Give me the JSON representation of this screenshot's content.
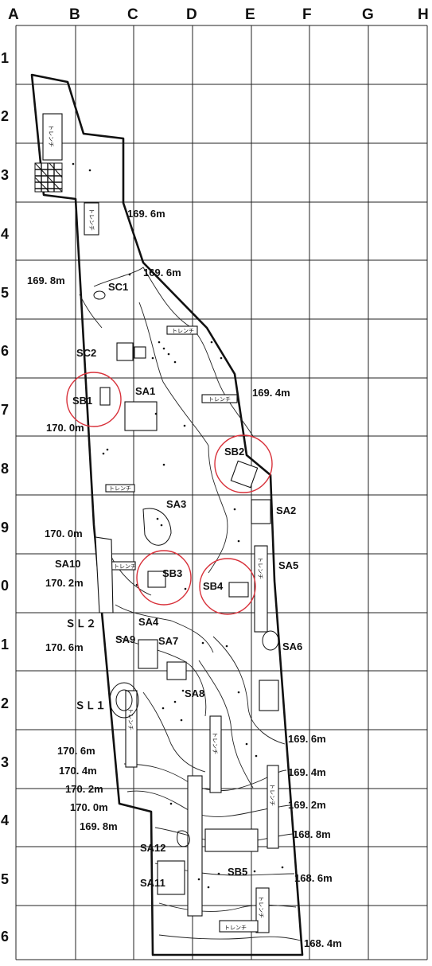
{
  "grid": {
    "columns": [
      "A",
      "B",
      "C",
      "D",
      "E",
      "F",
      "G",
      "H"
    ],
    "rows": [
      "1",
      "2",
      "3",
      "4",
      "5",
      "6",
      "7",
      "8",
      "9",
      "0",
      "1",
      "2",
      "3",
      "4",
      "5",
      "6"
    ]
  },
  "features": [
    {
      "id": "sc1",
      "label": "SC1"
    },
    {
      "id": "sc2",
      "label": "SC2"
    },
    {
      "id": "sb1",
      "label": "SB1"
    },
    {
      "id": "sa1",
      "label": "SA1"
    },
    {
      "id": "sb2",
      "label": "SB2"
    },
    {
      "id": "sa2",
      "label": "SA2"
    },
    {
      "id": "sa3",
      "label": "SA3"
    },
    {
      "id": "sa10",
      "label": "SA10"
    },
    {
      "id": "sb3",
      "label": "SB3"
    },
    {
      "id": "sb4",
      "label": "SB4"
    },
    {
      "id": "sa5",
      "label": "SA5"
    },
    {
      "id": "sl2",
      "label": "ＳＬ２"
    },
    {
      "id": "sa4",
      "label": "SA4"
    },
    {
      "id": "sa9",
      "label": "SA9"
    },
    {
      "id": "sa7",
      "label": "SA7"
    },
    {
      "id": "sa6",
      "label": "SA6"
    },
    {
      "id": "sa8",
      "label": "SA8"
    },
    {
      "id": "sl1",
      "label": "ＳＬ１"
    },
    {
      "id": "sa12",
      "label": "SA12"
    },
    {
      "id": "sa11",
      "label": "SA11"
    },
    {
      "id": "sb5",
      "label": "SB5"
    }
  ],
  "elevations": [
    {
      "id": "e1",
      "label": "169. 6m"
    },
    {
      "id": "e2",
      "label": "169. 6m"
    },
    {
      "id": "e3",
      "label": "169. 8m"
    },
    {
      "id": "e4",
      "label": "169. 4m"
    },
    {
      "id": "e5",
      "label": "170. 0m"
    },
    {
      "id": "e6",
      "label": "170. 0m"
    },
    {
      "id": "e7",
      "label": "170. 2m"
    },
    {
      "id": "e8",
      "label": "170. 6m"
    },
    {
      "id": "e9",
      "label": "169. 6m"
    },
    {
      "id": "e10",
      "label": "170. 6m"
    },
    {
      "id": "e11",
      "label": "169. 4m"
    },
    {
      "id": "e12",
      "label": "170. 4m"
    },
    {
      "id": "e13",
      "label": "170. 2m"
    },
    {
      "id": "e14",
      "label": "169. 2m"
    },
    {
      "id": "e15",
      "label": "170. 0m"
    },
    {
      "id": "e16",
      "label": "169. 8m"
    },
    {
      "id": "e17",
      "label": "168. 8m"
    },
    {
      "id": "e18",
      "label": "168. 6m"
    },
    {
      "id": "e19",
      "label": "168. 4m"
    }
  ],
  "trench_label": "トレンチ",
  "colors": {
    "ink": "#111111",
    "highlight": "#d8313a",
    "paper": "#ffffff"
  }
}
